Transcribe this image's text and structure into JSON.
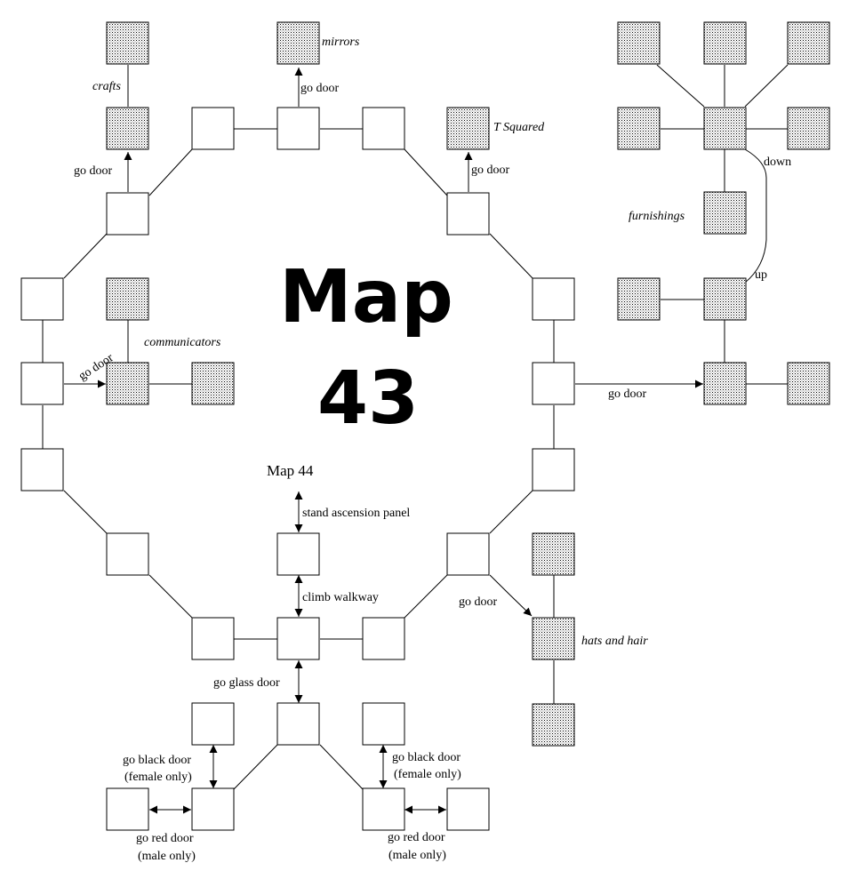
{
  "title": {
    "line1": "Map",
    "line2": "43"
  },
  "labels": {
    "crafts": "crafts",
    "mirrors": "mirrors",
    "t_squared": "T Squared",
    "communicators": "communicators",
    "furnishings": "furnishings",
    "hats_and_hair": "hats and hair",
    "map44": "Map 44",
    "stand": "stand ascension panel",
    "climb": "climb walkway",
    "glass": "go glass door",
    "go_door": "go door",
    "down": "down",
    "up": "up",
    "black": "go black door",
    "female": "(female only)",
    "red": "go red door",
    "male": "(male only)"
  }
}
